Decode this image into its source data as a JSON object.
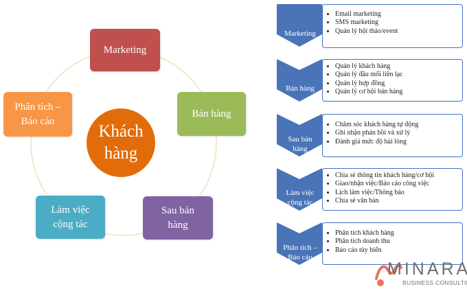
{
  "cycle": {
    "center": "Khách hàng",
    "nodes": [
      {
        "key": "marketing",
        "label": "Marketing",
        "color": "#c0504d"
      },
      {
        "key": "ban-hang",
        "label": "Bán hàng",
        "color": "#9bbb59"
      },
      {
        "key": "sau-ban-hang",
        "label": "Sau bán hàng",
        "color": "#8064a2"
      },
      {
        "key": "lam-viec-cong-tac",
        "label": "Làm việc cộng tác",
        "color": "#4bacc6"
      },
      {
        "key": "phan-tich-bao-cao",
        "label": "Phân tích – Báo cáo",
        "color": "#f79646"
      }
    ],
    "center_color": "#e36c0a",
    "ring_color": "#f5e6c8"
  },
  "process": {
    "chevron_color": "#4a74b8",
    "box_border_color": "#4472c4",
    "steps": [
      {
        "label": "Marketing",
        "items": [
          "Email marketing",
          "SMS marketing",
          "Quản lý hội thảo/event"
        ]
      },
      {
        "label": "Bán hàng",
        "items": [
          "Quản lý khách hàng",
          "Quản lý đầu mối liên lạc",
          "Quản lý hợp đồng",
          "Quản lý cơ hội bán hàng"
        ]
      },
      {
        "label": "Sau bán hàng",
        "items": [
          "Chăm sóc khách hàng tự động",
          "Ghi nhận phản hồi và xử lý",
          "Đánh giá mức độ hài lòng"
        ]
      },
      {
        "label": "Làm việc cộng tác",
        "items": [
          "Chia sẻ thông tin khách hàng/cơ hội",
          "Giao/nhận việc/Báo cáo công việc",
          "Lịch làm việc/Thông báo",
          "Chia sẻ văn bản"
        ]
      },
      {
        "label": "Phân tích – Báo cáo",
        "items": [
          "Phân tích khách hàng",
          "Phân tích doanh thu",
          "Báo cáo tùy biến"
        ]
      }
    ]
  },
  "logo": {
    "word": "MINARA",
    "tagline": "BUSINESS CONSULTING",
    "colors": {
      "mark": "#e8735a",
      "text": "#6d6e71"
    }
  }
}
